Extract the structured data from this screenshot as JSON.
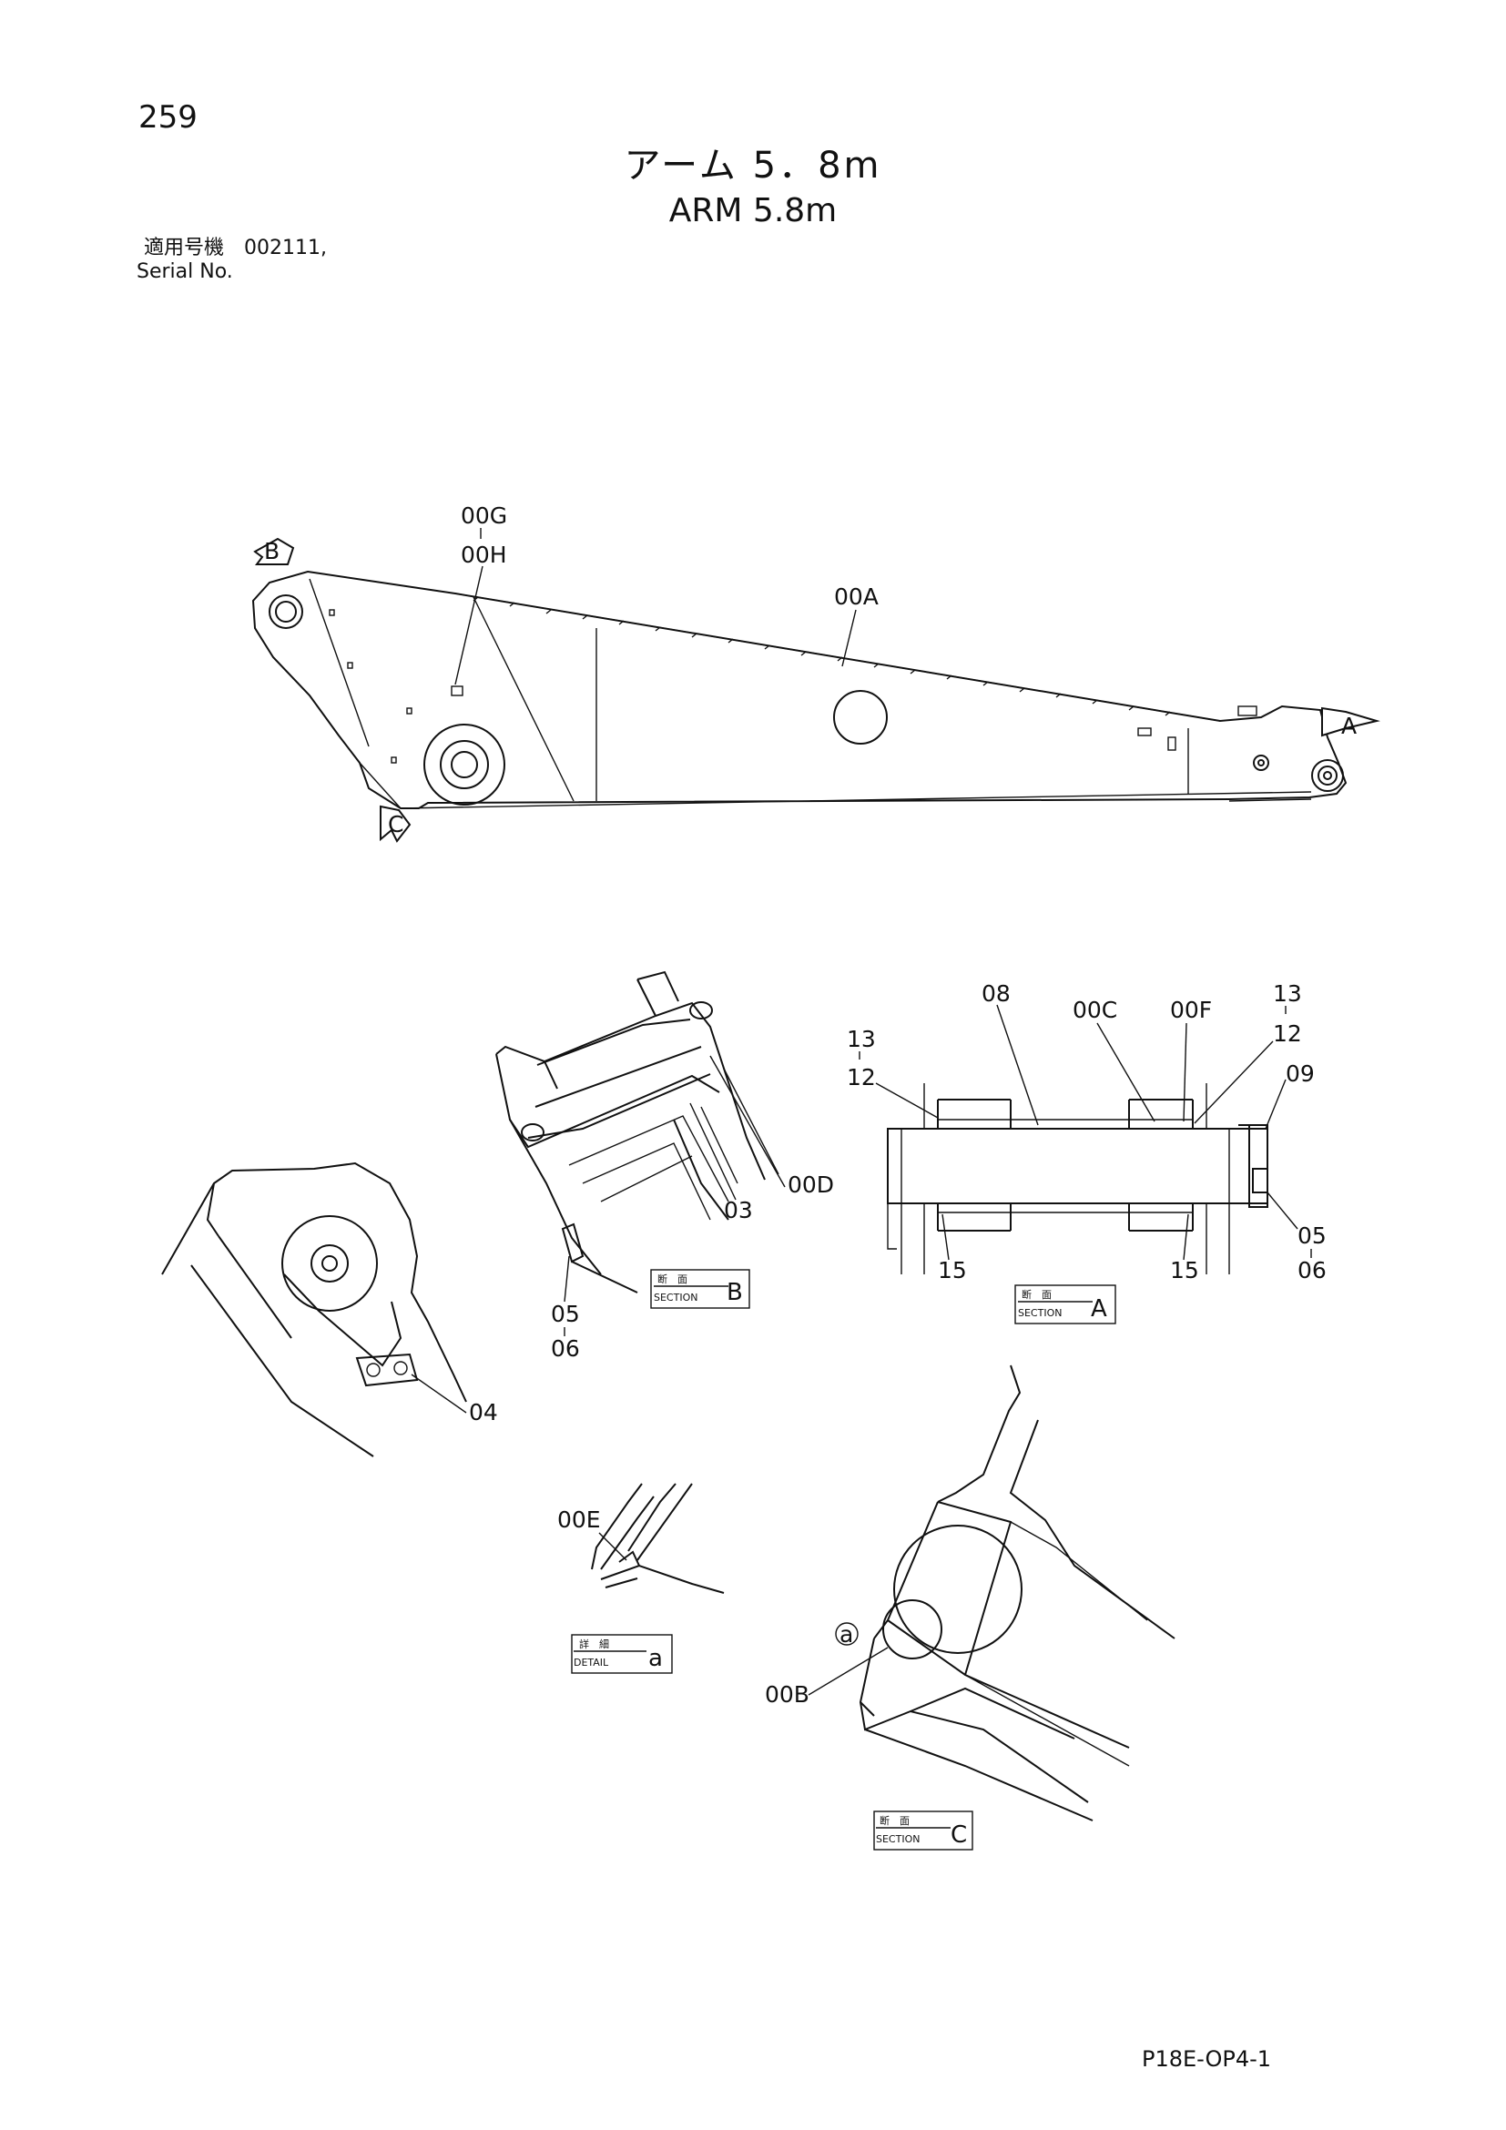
{
  "page": {
    "number": "259",
    "title_jp": "アーム 5．8m",
    "title_en": "ARM 5.8m",
    "serial_jp": "適用号機　002111,",
    "serial_en": "Serial No.",
    "drawing_code": "P18E-OP4-1"
  },
  "diagram": {
    "view_markers": [
      "B",
      "A",
      "C"
    ],
    "part_labels": {
      "p00A": "00A",
      "p00B": "00B",
      "p00C": "00C",
      "p00D": "00D",
      "p00E": "00E",
      "p00F": "00F",
      "p00G": "00G",
      "p00H": "00H",
      "p03": "03",
      "p04": "04",
      "p05": "05",
      "p06": "06",
      "p08": "08",
      "p09": "09",
      "p12": "12",
      "p13": "13",
      "p15": "15",
      "detail_a": "a"
    },
    "section_boxes": {
      "section_b": {
        "jp": "断　面",
        "en": "SECTION",
        "letter": "B"
      },
      "section_a": {
        "jp": "断　面",
        "en": "SECTION",
        "letter": "A"
      },
      "detail_a": {
        "jp": "詳　細",
        "en": "DETAIL",
        "letter": "a"
      },
      "section_c": {
        "jp": "断　面",
        "en": "SECTION",
        "letter": "C"
      }
    },
    "line_color": "#111111"
  }
}
